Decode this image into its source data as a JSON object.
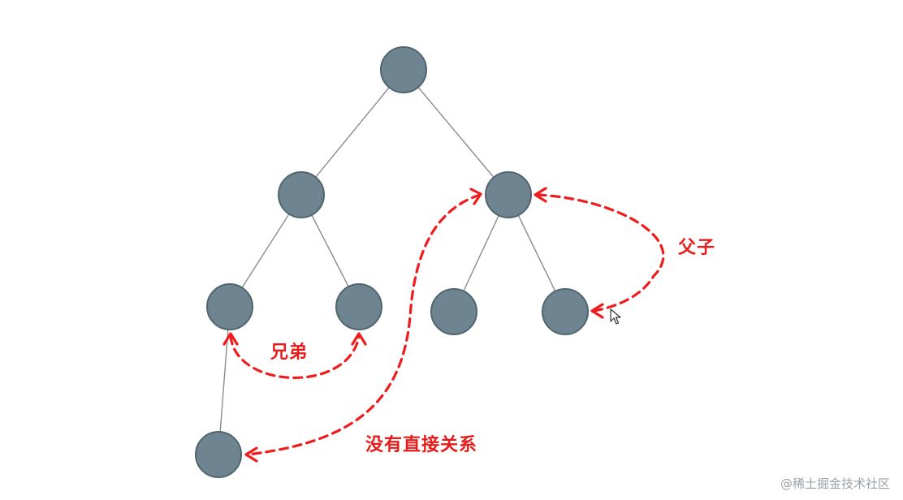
{
  "labels": {
    "siblings": "兄弟",
    "parent_child": "父子",
    "no_direct_relation": "没有直接关系"
  },
  "watermark": "@稀土掘金技术社区",
  "colors": {
    "node_fill": "#6e8591",
    "node_stroke": "#51656f",
    "edge": "#8c8c8c",
    "relation": "#ee1c1c",
    "background": "#ffffff"
  }
}
